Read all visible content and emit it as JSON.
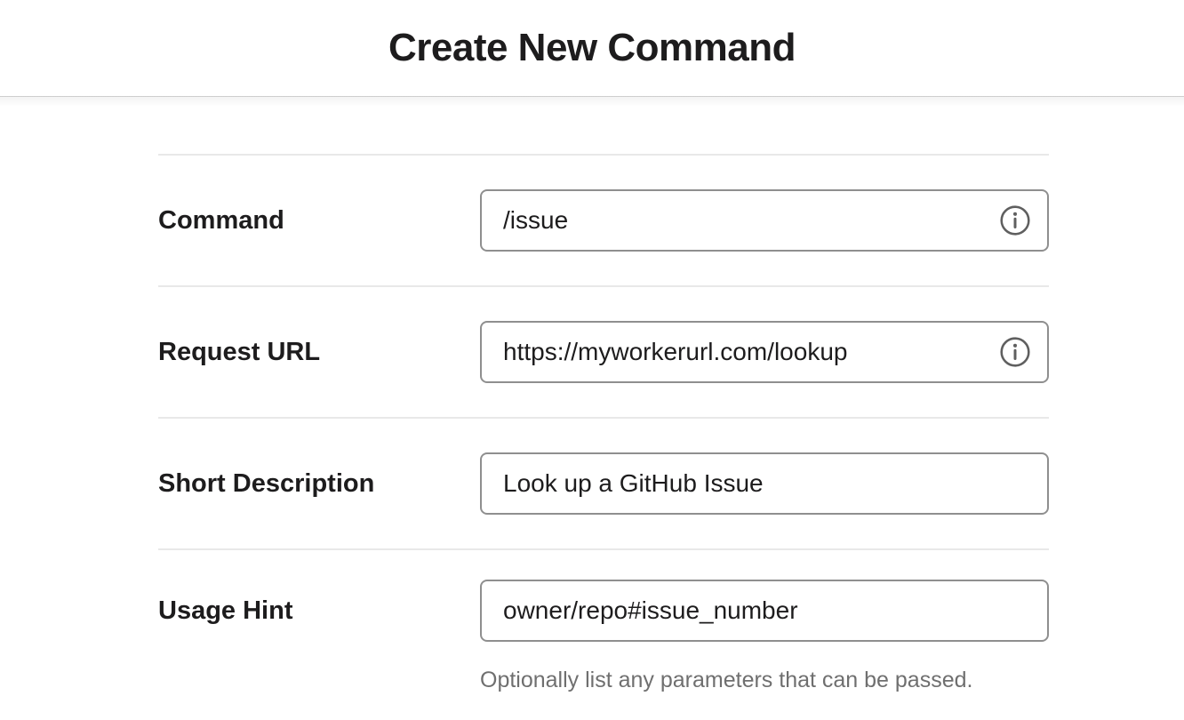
{
  "header": {
    "title": "Create New Command"
  },
  "colors": {
    "text": "#1d1c1d",
    "input_border": "#8f8f8f",
    "divider": "#e8e8e8",
    "muted_text": "#6f6f6f",
    "info_icon": "#5f5f5f"
  },
  "form": {
    "fields": [
      {
        "label": "Command",
        "value": "/issue",
        "has_info_icon": true
      },
      {
        "label": "Request URL",
        "value": "https://myworkerurl.com/lookup",
        "has_info_icon": true
      },
      {
        "label": "Short Description",
        "value": "Look up a GitHub Issue",
        "has_info_icon": false
      },
      {
        "label": "Usage Hint",
        "value": "owner/repo#issue_number",
        "has_info_icon": false,
        "hint": "Optionally list any parameters that can be passed."
      }
    ]
  }
}
